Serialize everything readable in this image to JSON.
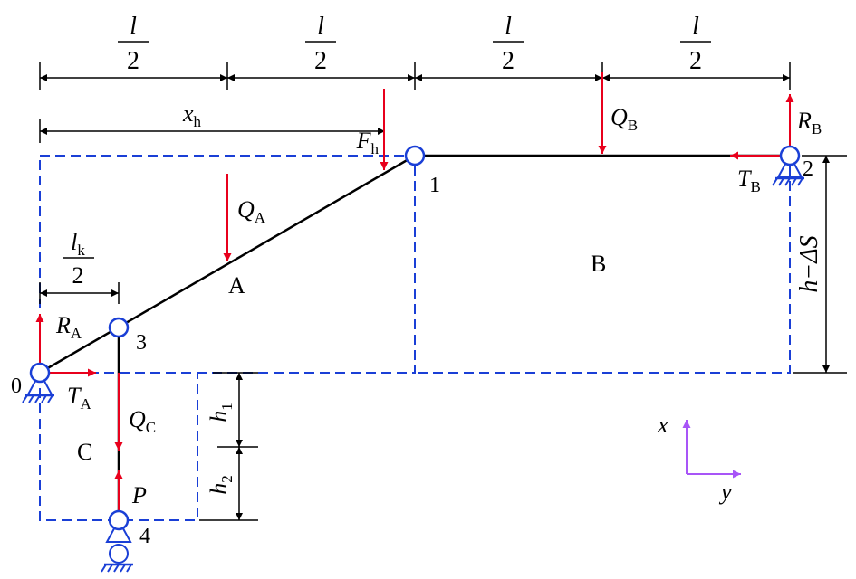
{
  "dims": {
    "l_num": "l",
    "two": "2",
    "xh_main": "x",
    "xh_sub": "h",
    "lk_main": "l",
    "lk_sub": "k",
    "h1_main": "h",
    "h1_sub": "1",
    "h2_main": "h",
    "h2_sub": "2",
    "hds": "h−ΔS"
  },
  "forces": {
    "Fh": {
      "main": "F",
      "sub": "h"
    },
    "QA": {
      "main": "Q",
      "sub": "A"
    },
    "QB": {
      "main": "Q",
      "sub": "B"
    },
    "QC": {
      "main": "Q",
      "sub": "C"
    },
    "RA": {
      "main": "R",
      "sub": "A"
    },
    "TA": {
      "main": "T",
      "sub": "A"
    },
    "RB": {
      "main": "R",
      "sub": "B"
    },
    "TB": {
      "main": "T",
      "sub": "B"
    },
    "P": {
      "main": "P"
    }
  },
  "nodes": {
    "n0": "0",
    "n1": "1",
    "n2": "2",
    "n3": "3",
    "n4": "4"
  },
  "regions": {
    "A": "A",
    "B": "B",
    "C": "C"
  },
  "axes": {
    "x": "x",
    "y": "y"
  },
  "colors": {
    "structure": "#000000",
    "force": "#e8001c",
    "outline": "#1a3fd6",
    "axes": "#a855f7"
  }
}
